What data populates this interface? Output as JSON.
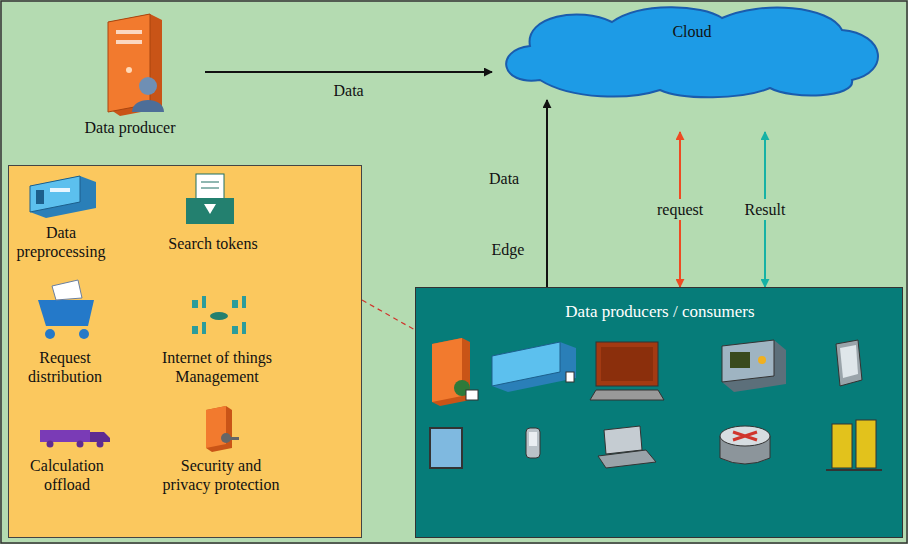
{
  "diagram": {
    "nodes": [
      {
        "text": [
          "Data producer"
        ]
      },
      {
        "text": [
          "Cloud"
        ]
      },
      {
        "text": [
          "Data preprocessing",
          "Search tokens",
          "Request distribution",
          "Internet of things Management",
          "Calculation offload",
          "Security and privacy protection"
        ]
      },
      {
        "text": [
          "Data producers / consumers"
        ]
      }
    ],
    "edges": [
      {
        "from": 0,
        "to": 1,
        "label": "Data",
        "arrow": "to"
      },
      {
        "from": 3,
        "to": 1,
        "label": "Data",
        "arrow": "to"
      },
      {
        "from": 3,
        "to": 1,
        "label": "request",
        "arrow": "both"
      },
      {
        "from": 3,
        "to": 1,
        "label": "Result",
        "arrow": "both"
      },
      {
        "from": 2,
        "to": 3,
        "arrow": "none"
      }
    ],
    "labels": [
      "Edge"
    ]
  }
}
